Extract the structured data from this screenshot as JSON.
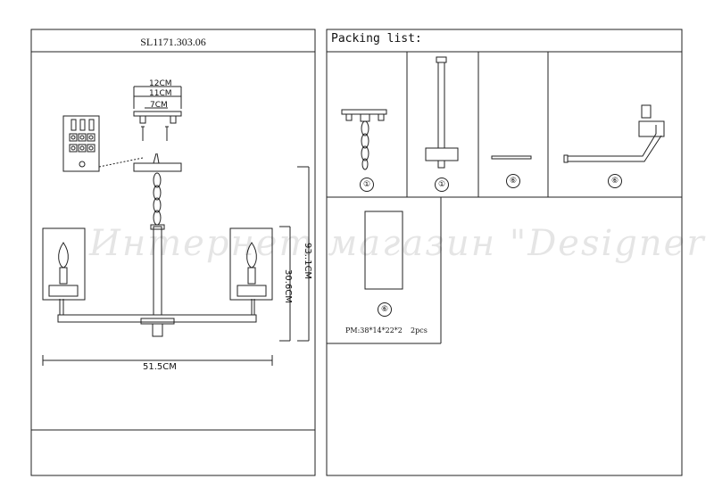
{
  "model": "SL1171.303.06",
  "packing_title": "Packing list:",
  "dimensions": {
    "top_12": "12CM",
    "top_11": "11CM",
    "top_7": "7CM",
    "height_total": "93..1CM",
    "height_body": "30.6CM",
    "width": "51.5CM"
  },
  "parts": [
    {
      "qty_mark": "①"
    },
    {
      "qty_mark": "①"
    },
    {
      "qty_mark": "⑥"
    },
    {
      "qty_mark": "⑥"
    },
    {
      "qty_mark": "⑥"
    }
  ],
  "packing_measure": "PM:38*14*22*2",
  "packing_count": "2pcs",
  "watermark": "Интернет магазин \"Designer Light\""
}
